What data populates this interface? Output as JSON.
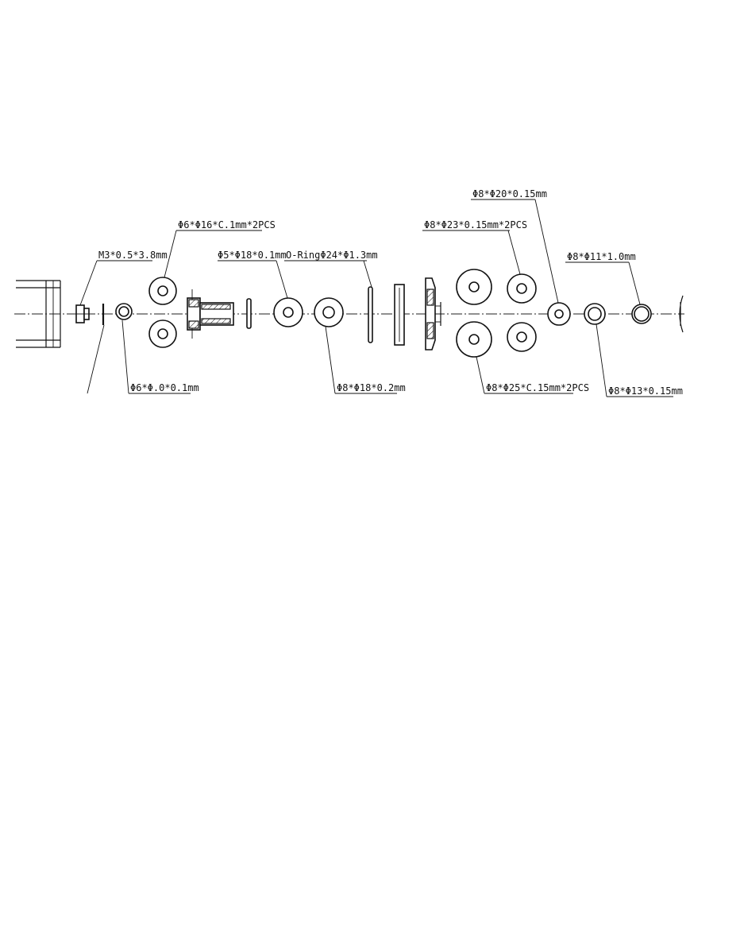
{
  "labels": {
    "m3": "M3*0.5*3.8mm",
    "w6_16": "Φ6*Φ16*C.1mm*2PCS",
    "w6_10": "Φ6*Φ.0*0.1mm",
    "w5_18": "Φ5*Φ18*0.1mm",
    "oring": "O-RingΦ24*Φ1.3mm",
    "w8_18": "Φ8*Φ18*0.2mm",
    "w8_23": "Φ8*Φ23*0.15mm*2PCS",
    "w8_25": "Φ8*Φ25*C.15mm*2PCS",
    "w8_20": "Φ8*Φ20*0.15mm",
    "w8_11": "Φ8*Φ11*1.0mm",
    "w8_13": "Φ8*Φ13*0.15mm"
  }
}
